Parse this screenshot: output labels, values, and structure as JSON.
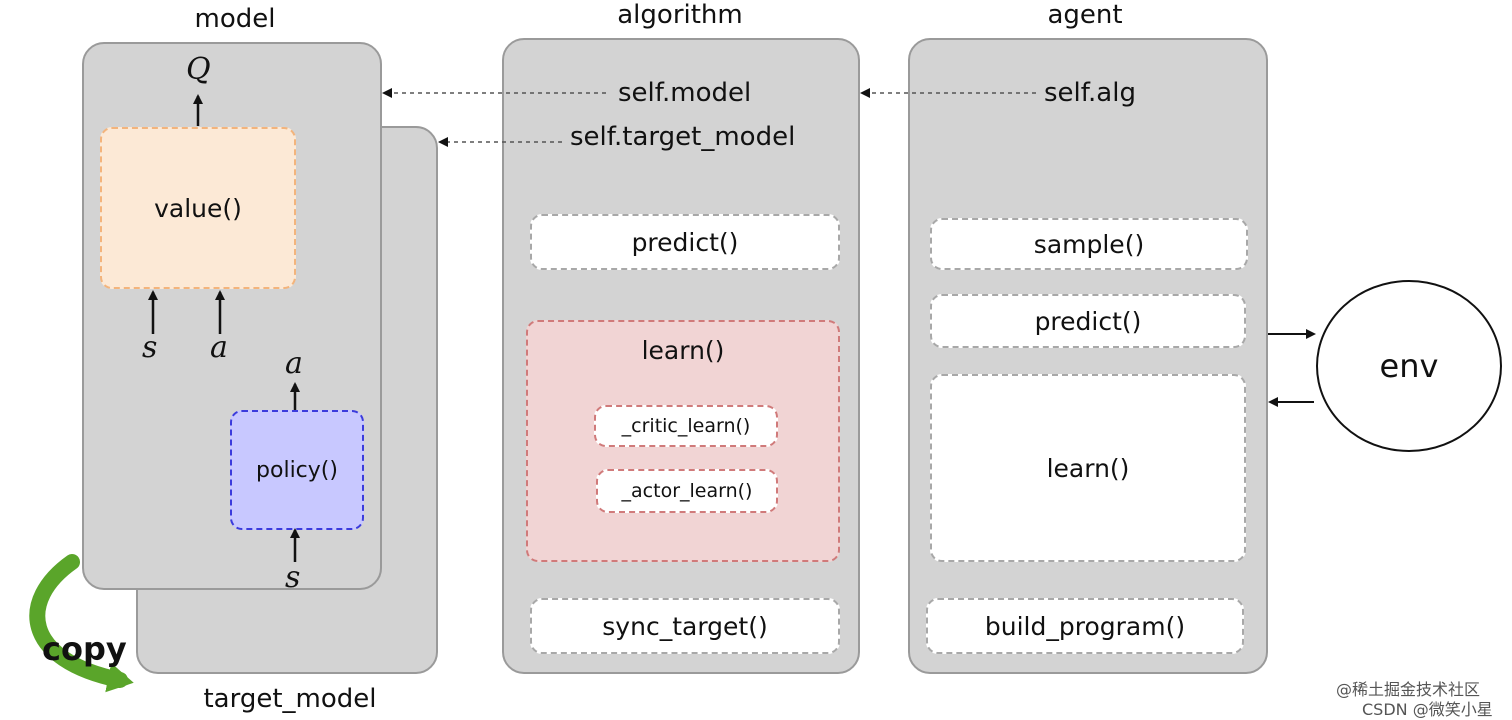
{
  "titles": {
    "model": "model",
    "algorithm": "algorithm",
    "agent": "agent",
    "target_model": "target_model"
  },
  "model": {
    "value": "value()",
    "policy": "policy()",
    "q": "Q",
    "s1": "s",
    "a1": "a",
    "a2": "a",
    "s2": "s",
    "copy": "copy"
  },
  "algorithm": {
    "self_model": "self.model",
    "self_target_model": "self.target_model",
    "predict": "predict()",
    "learn": "learn()",
    "critic_learn": "_critic_learn()",
    "actor_learn": "_actor_learn()",
    "sync_target": "sync_target()"
  },
  "agent": {
    "self_alg": "self.alg",
    "sample": "sample()",
    "predict": "predict()",
    "learn": "learn()",
    "build_program": "build_program()"
  },
  "env": "env",
  "watermark": {
    "line1": "@稀土掘金技术社区",
    "line2": "CSDN @微笑小星"
  },
  "colors": {
    "panel": "#d3d3d3",
    "value_box": "#fce9d6",
    "value_border": "#f3b47c",
    "policy_box": "#c8c8ff",
    "policy_border": "#3b3bdd",
    "learn_box": "#f1d4d4",
    "learn_border": "#d07a7a",
    "copy_arrow": "#5aa52a"
  }
}
